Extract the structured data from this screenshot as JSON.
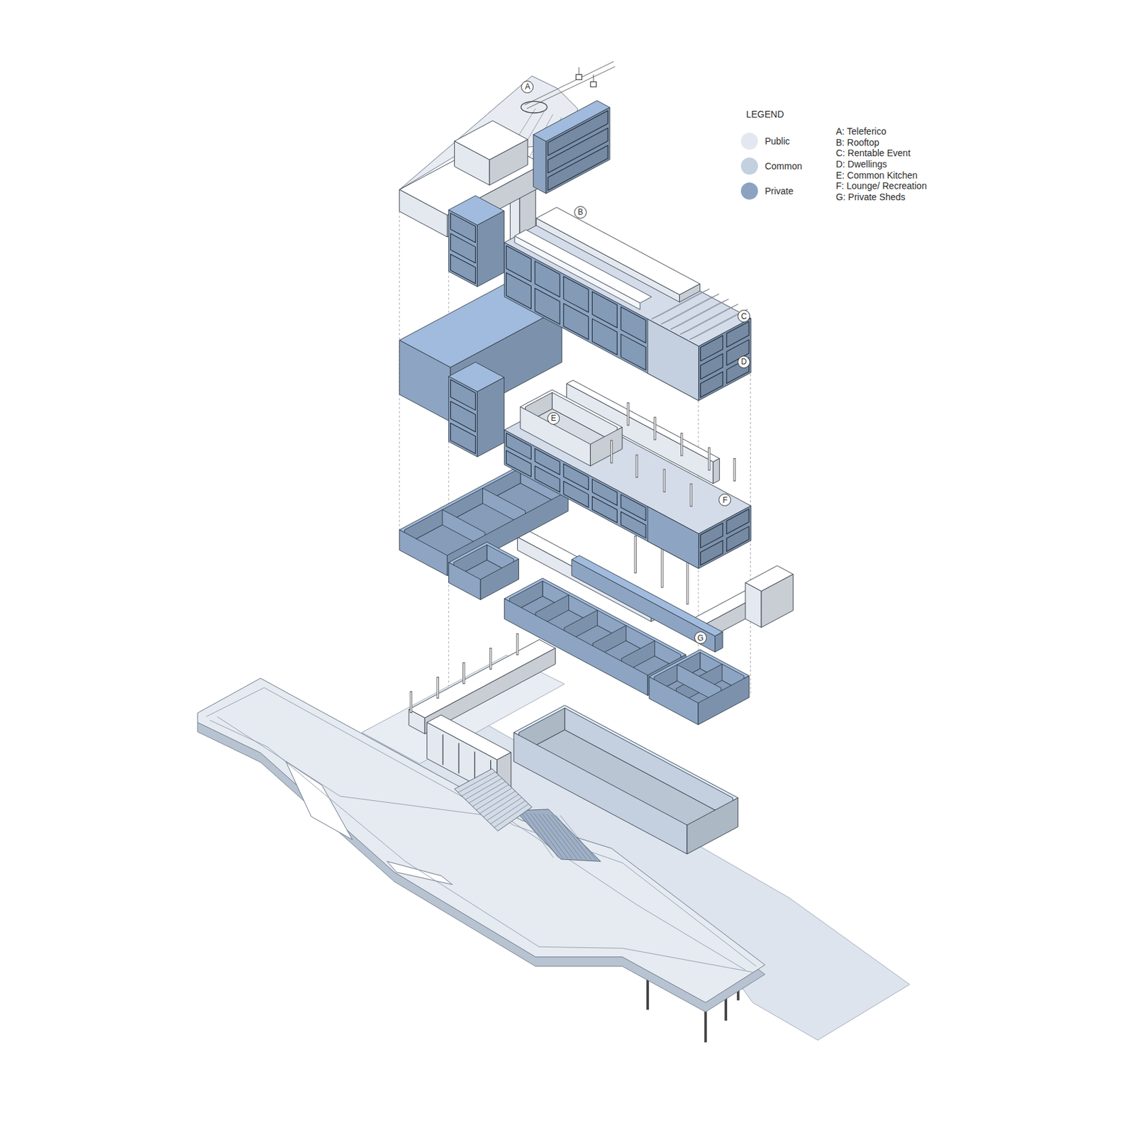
{
  "diagram": {
    "nodes": [
      {
        "text": [
          "A"
        ]
      },
      {
        "text": [
          "B"
        ]
      },
      {
        "text": [
          "C"
        ]
      },
      {
        "text": [
          "D"
        ]
      },
      {
        "text": [
          "E"
        ]
      },
      {
        "text": [
          "F"
        ]
      },
      {
        "text": [
          "G"
        ]
      }
    ],
    "labels": [
      "LEGEND",
      "A: Teleferico",
      "B: Rooftop",
      "C: Rentable Event",
      "D: Dwellings",
      "E: Common Kitchen",
      "F: Lounge/ Recreation",
      "G: Private Sheds"
    ],
    "legend": [
      {
        "text": "Public",
        "color": "#e3e8f0"
      },
      {
        "text": "Common",
        "color": "#c3d0df"
      },
      {
        "text": "Private",
        "color": "#8ba3c1"
      }
    ]
  }
}
